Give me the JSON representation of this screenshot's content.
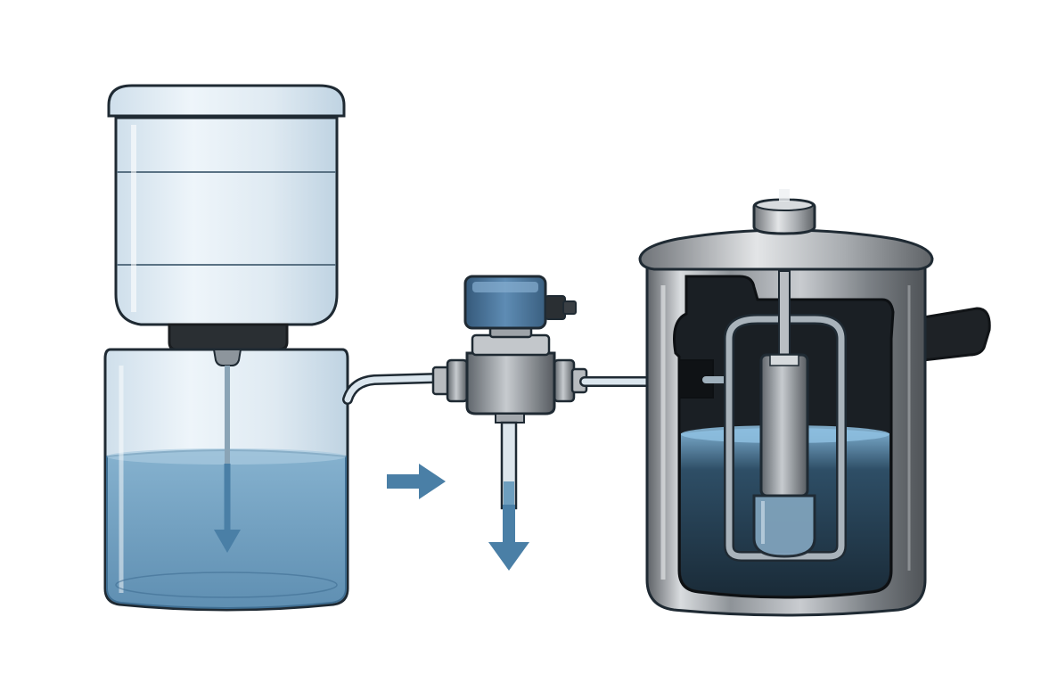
{
  "diagram": {
    "components": [
      {
        "id": "supply-bottle",
        "icon": "inverted-water-bottle"
      },
      {
        "id": "reservoir-jar",
        "icon": "water-reservoir-jar"
      },
      {
        "id": "connecting-tube",
        "icon": "tube"
      },
      {
        "id": "valve",
        "icon": "solenoid-valve"
      },
      {
        "id": "steel-vessel",
        "icon": "stainless-steel-vessel-cutaway"
      },
      {
        "id": "immersion-probe",
        "icon": "immersion-heater-probe"
      }
    ],
    "flow_arrows": [
      {
        "id": "drip-arrow",
        "direction": "down"
      },
      {
        "id": "flow-arrow",
        "direction": "right"
      },
      {
        "id": "drain-arrow",
        "direction": "down"
      }
    ],
    "colors": {
      "outline": "#1f2a33",
      "water": "#6e9fbf",
      "water_dark": "#3f6e92",
      "arrow": "#4a7fa6",
      "glass": "#e4eef5",
      "steel": "#a9adb2",
      "valve_head": "#4a78a0",
      "vessel_interior": "#1a1f24"
    }
  }
}
